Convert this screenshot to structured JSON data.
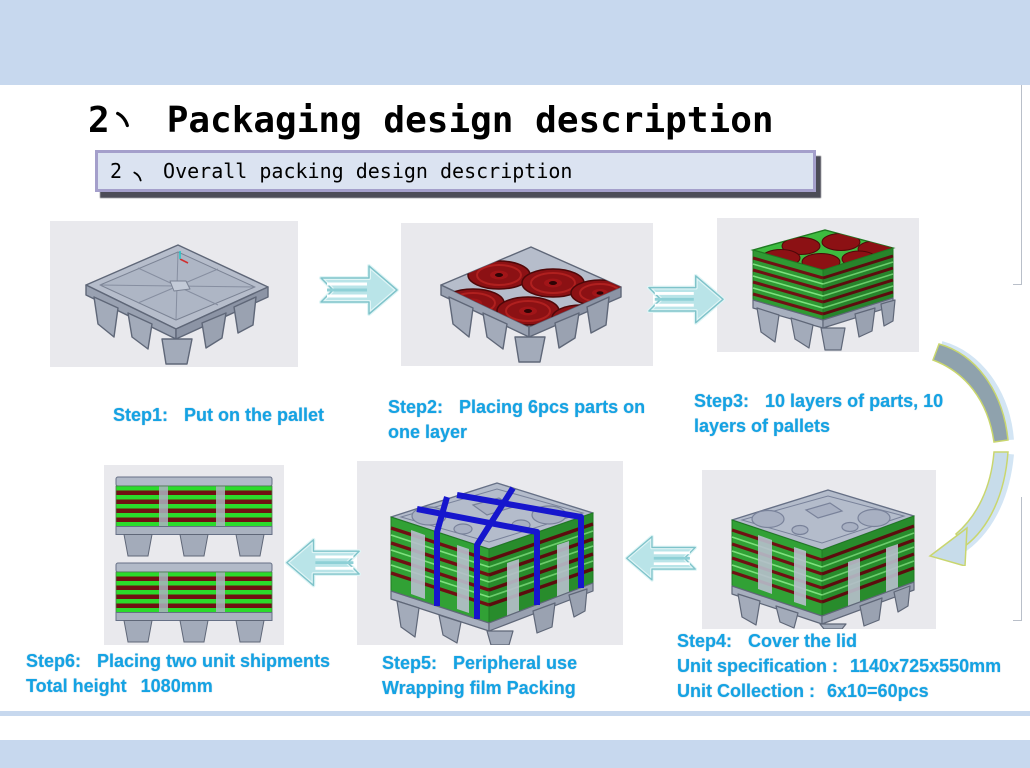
{
  "title": {
    "number": "2",
    "separator": "、",
    "text": "Packaging design description"
  },
  "subtitle": {
    "number": "2",
    "separator": "、",
    "text": "Overall packing design description"
  },
  "steps": {
    "step1": {
      "label": "Step1:",
      "line1": "Put on the pallet"
    },
    "step2": {
      "label": "Step2:",
      "line1": "Placing 6pcs parts on",
      "line2": "one layer"
    },
    "step3": {
      "label": "Step3:",
      "line1": "10 layers of parts, 10",
      "line2": "layers of pallets"
    },
    "step4": {
      "label": "Step4:",
      "line1": "Cover the lid",
      "spec_label": "Unit specification :",
      "spec_value": "1140x725x550mm",
      "coll_label": "Unit Collection :",
      "coll_value": "6x10=60pcs"
    },
    "step5": {
      "label": "Step5:",
      "line1": "Peripheral use",
      "line2": "Wrapping film Packing"
    },
    "step6": {
      "label": "Step6:",
      "line1": "Placing two unit shipments",
      "total_label": "Total height",
      "total_value": "1080mm"
    }
  },
  "colors": {
    "top_band": "#c7d8ee",
    "accent_text": "#14a3e4",
    "subtitle_fill": "#dbe3f1",
    "subtitle_border": "#a49fcb",
    "tray_green": "#31a135",
    "part_red": "#8c1114",
    "strap_blue": "#1616cd",
    "arrow_teal": "#b9e4e8"
  }
}
